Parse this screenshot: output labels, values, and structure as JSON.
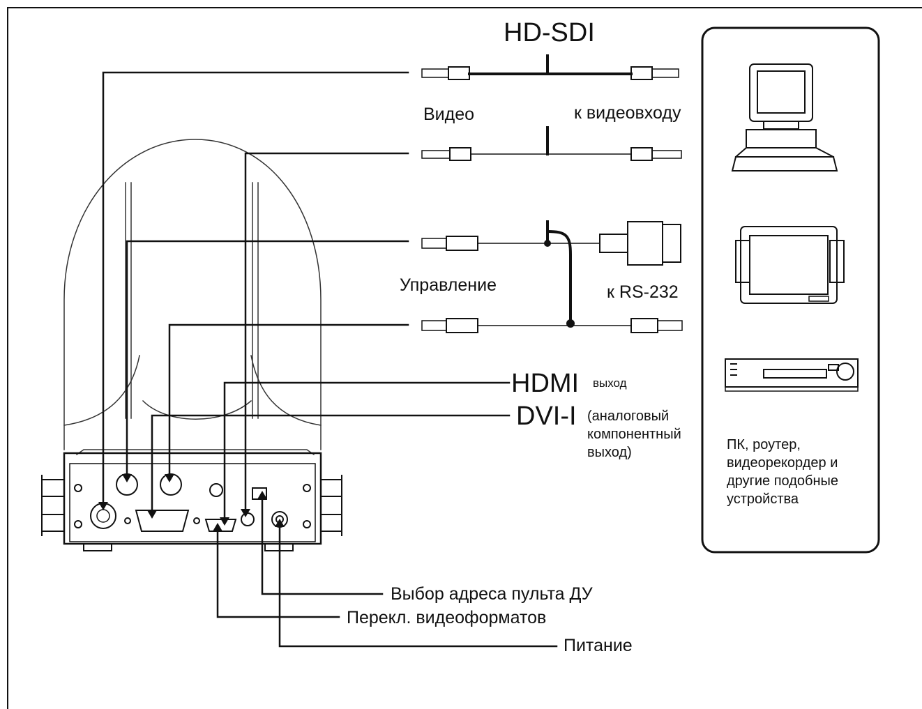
{
  "labels": {
    "hdsdi": "HD-SDI",
    "video": "Видео",
    "to_video_input": "к видеовходу",
    "control": "Управление",
    "to_rs232": "к RS-232",
    "hdmi": "HDMI",
    "hdmi_out": "выход",
    "dvi": "DVI-I",
    "dvi_note": "(аналоговый компонентный выход)",
    "devices_note": "ПК, роутер, видеорекордер и другие подобные устройства",
    "remote_address": "Выбор адреса пульта ДУ",
    "format_switch": "Перекл. видеоформатов",
    "power": "Питание"
  },
  "icons": {
    "pc": "computer-icon",
    "monitor": "monitor-icon",
    "recorder": "video-recorder-icon"
  }
}
